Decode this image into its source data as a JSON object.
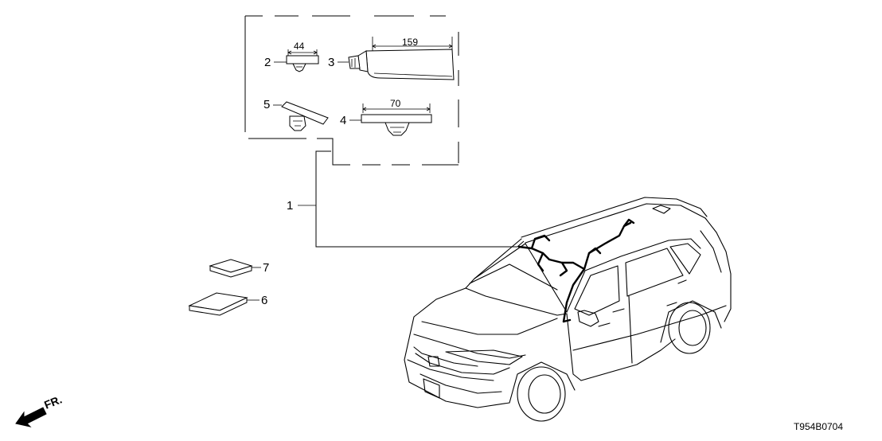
{
  "callouts": {
    "c1": "1",
    "c2": "2",
    "c3": "3",
    "c4": "4",
    "c5": "5",
    "c6": "6",
    "c7": "7"
  },
  "dimensions": {
    "d44": "44",
    "d159": "159",
    "d70": "70"
  },
  "direction_label": "FR.",
  "diagram_code": "T954B0704"
}
